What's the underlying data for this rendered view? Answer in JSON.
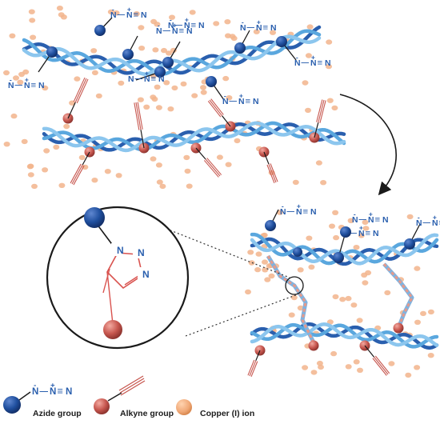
{
  "formula": {
    "n1": "N",
    "n2": "N",
    "n3": "N",
    "minus": "-",
    "plus": "+",
    "single_bond": "—",
    "triple_bond": "≡"
  },
  "triazole_labels": [
    "N",
    "N",
    "N"
  ],
  "legend": {
    "azide": "Azide group",
    "alkyne": "Alkyne group",
    "copper": "Copper (I) ion"
  },
  "colors": {
    "azide_blue": "#1f4f9e",
    "strand_light": "#5aa7de",
    "strand_dark": "#2a5fae",
    "alkyne_red": "#c7574f",
    "copper_orange": "#f0a876",
    "triazole_red": "#d9534f",
    "text_blue": "#2a5fae"
  },
  "icons": [
    "azide-sphere-icon",
    "alkyne-sphere-icon",
    "copper-ion-icon",
    "triple-bond-icon",
    "curved-arrow-icon"
  ]
}
